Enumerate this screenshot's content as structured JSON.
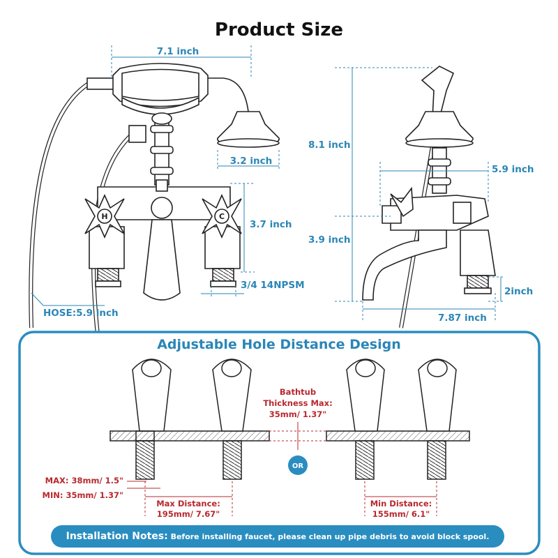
{
  "title": "Product Size",
  "dimensions": {
    "handshower_length": "7.1 inch",
    "shower_head_diameter": "3.2 inch",
    "body_height": "3.7 inch",
    "thread": "3/4 14NPSM",
    "hose": "HOSE:5.9 inch",
    "riser_height": "8.1 inch",
    "spout_height": "3.9 inch",
    "depth": "5.9 inch",
    "shank": "2inch",
    "spout_reach": "7.87 inch"
  },
  "section": {
    "title": "Adjustable Hole Distance Design",
    "thickness_label": [
      "Bathtub",
      "Thickness Max:",
      "35mm/ 1.37\""
    ],
    "or_label": "OR",
    "max_shank": "MAX: 38mm/ 1.5\"",
    "min_shank": "MIN: 35mm/ 1.37\"",
    "max_distance": [
      "Max Distance:",
      "195mm/ 7.67\""
    ],
    "min_distance": [
      "Min Distance:",
      "155mm/ 6.1\""
    ]
  },
  "notes": {
    "label": "Installation Notes:",
    "text": "Before installing faucet, please clean up pipe debris to avoid block spool."
  },
  "colors": {
    "accent": "#2a8dc0",
    "dimension": "#2a86b6",
    "warning": "#b8282e"
  }
}
